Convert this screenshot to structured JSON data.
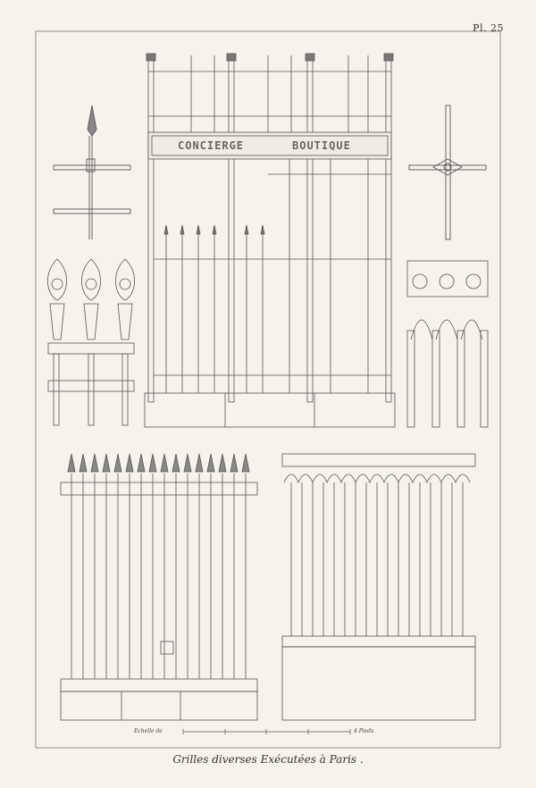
{
  "plate": {
    "number": "Pl. 25",
    "caption": "Grilles diverses Exécutées à Paris .",
    "scale_label_left": "Echelle de",
    "scale_label_right": "4 Pieds"
  },
  "sign": {
    "left": "CONCIERGE",
    "right": "BOUTIQUE"
  },
  "colors": {
    "paper": "#f6f3ec",
    "ink": "#555555"
  }
}
